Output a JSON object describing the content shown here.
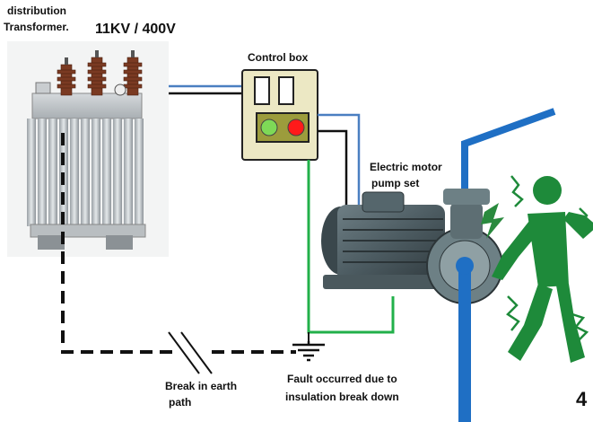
{
  "labels": {
    "transformer_line1": "distribution",
    "transformer_line2": "Transformer.",
    "voltage": "11KV / 400V",
    "control_box": "Control box",
    "motor_line1": "Electric motor",
    "motor_line2": "pump set",
    "break_line1": "Break in earth",
    "break_line2": "path",
    "fault_line1": "Fault occurred  due to",
    "fault_line2": "insulation break down",
    "page_number": "4"
  },
  "icons": [
    "transformer-icon",
    "control-box-icon",
    "motor-pump-icon",
    "earth-ground-icon",
    "electric-shock-person-icon"
  ],
  "colors": {
    "phase_wire": "#4a7fc1",
    "neutral_wire": "#111111",
    "earth_wire": "#22b04a",
    "pipe": "#1f6fc4",
    "person": "#1e8a3a",
    "box_fill": "#ece8c4",
    "green_lamp": "#7ed957",
    "red_lamp": "#ff1a1a"
  }
}
